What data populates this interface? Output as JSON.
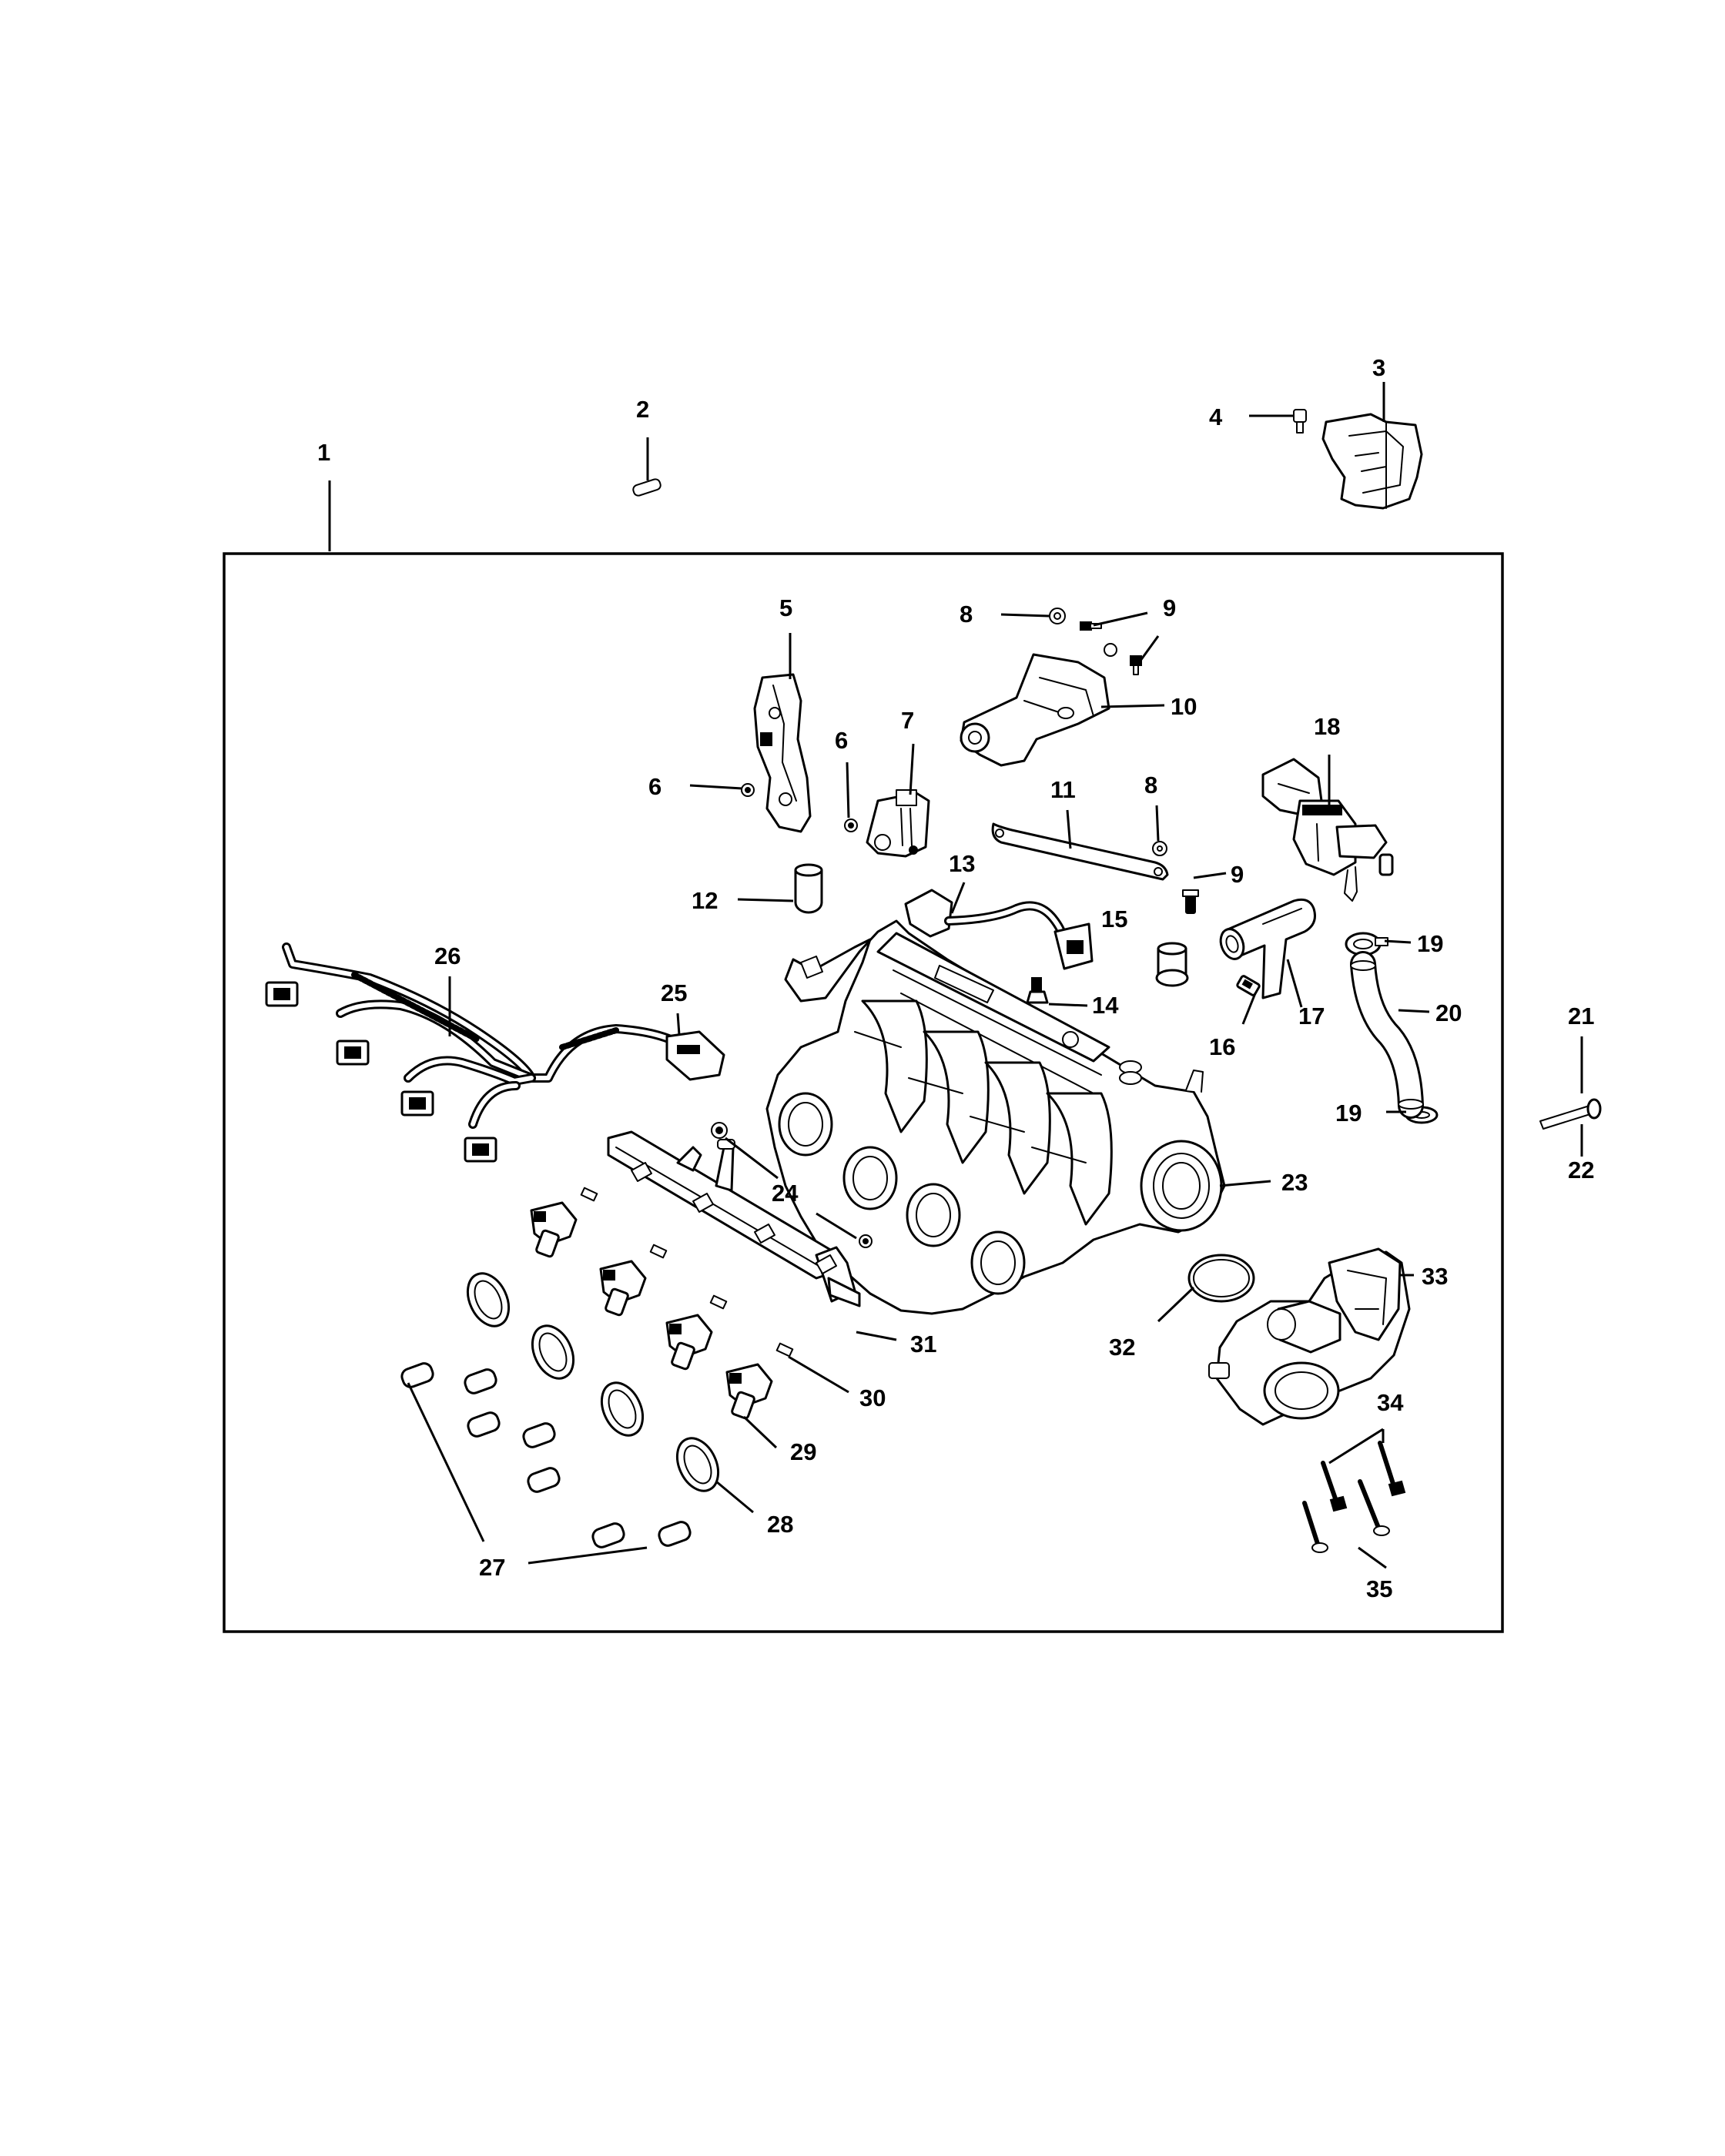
{
  "callouts": {
    "c1": "1",
    "c2": "2",
    "c3": "3",
    "c4": "4",
    "c5": "5",
    "c6a": "6",
    "c6b": "6",
    "c7": "7",
    "c8a": "8",
    "c8b": "8",
    "c9a": "9",
    "c9b": "9",
    "c10": "10",
    "c11": "11",
    "c12": "12",
    "c13": "13",
    "c14": "14",
    "c15": "15",
    "c16": "16",
    "c17": "17",
    "c18": "18",
    "c19a": "19",
    "c19b": "19",
    "c20": "20",
    "c21": "21",
    "c22": "22",
    "c23": "23",
    "c24": "24",
    "c25": "25",
    "c26": "26",
    "c27": "27",
    "c28": "28",
    "c29": "29",
    "c30": "30",
    "c31": "31",
    "c32": "32",
    "c33": "33",
    "c34": "34",
    "c35": "35"
  }
}
